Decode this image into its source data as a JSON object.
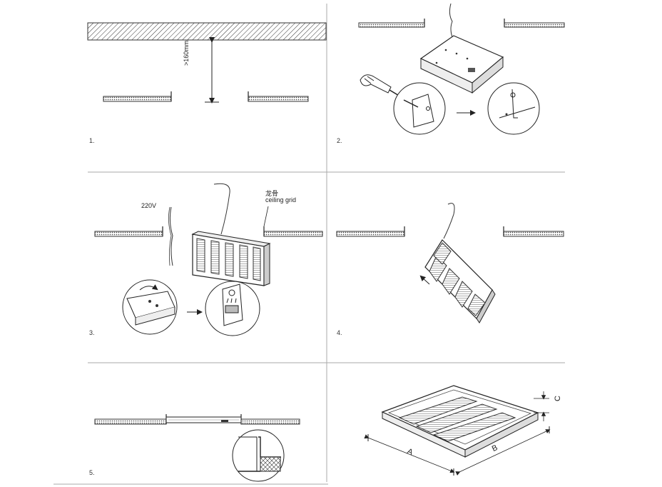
{
  "steps": [
    {
      "number": "1."
    },
    {
      "number": "2."
    },
    {
      "number": "3."
    },
    {
      "number": "4."
    },
    {
      "number": "5."
    }
  ],
  "labels": {
    "clearance": ">160mm",
    "voltage": "220V",
    "grid_cn": "龙骨",
    "grid_en": "ceiling grid",
    "dim_a": "A",
    "dim_b": "B",
    "dim_c": "C"
  }
}
